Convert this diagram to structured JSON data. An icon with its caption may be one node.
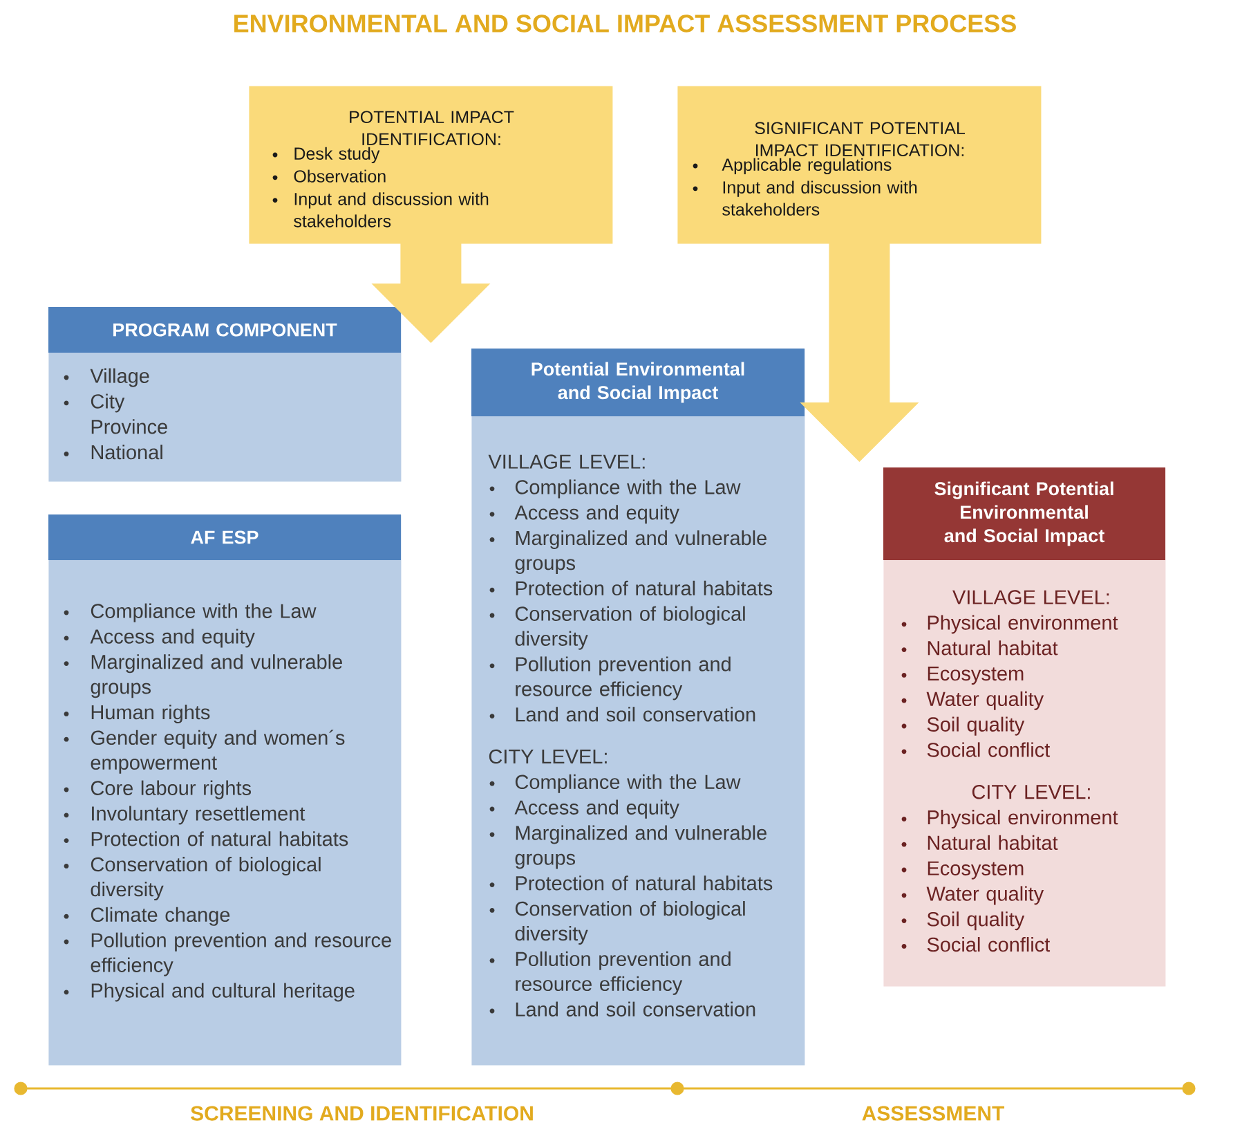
{
  "diagram": {
    "title": "ENVIRONMENTAL AND SOCIAL IMPACT ASSESSMENT PROCESS",
    "nodes": [
      {
        "text": [
          "POTENTIAL IMPACT IDENTIFICATION:",
          "Desk study",
          "Observation",
          "Input and discussion with stakeholders"
        ]
      },
      {
        "text": [
          "SIGNIFICANT POTENTIAL IMPACT IDENTIFICATION:",
          "Applicable regulations",
          "Input and discussion with stakeholders"
        ]
      },
      {
        "text": [
          "PROGRAM COMPONENT",
          "Village",
          "City",
          "Province",
          "National"
        ]
      },
      {
        "text": [
          "AF ESP",
          "Compliance with the Law",
          "Access and equity",
          "Marginalized and vulnerable groups",
          "Human rights",
          "Gender equity and women´s empowerment",
          "Core labour rights",
          "Involuntary resettlement",
          "Protection of natural habitats",
          "Conservation of biological diversity",
          "Climate change",
          "Pollution prevention and resource efficiency",
          "Physical and cultural heritage"
        ]
      },
      {
        "text": [
          "Potential Environmental and Social Impact",
          "VILLAGE LEVEL:",
          "Compliance with the Law",
          "Access and equity",
          "Marginalized and vulnerable groups",
          "Protection of natural habitats",
          "Conservation of biological diversity",
          "Pollution prevention and resource efficiency",
          "Land and soil conservation",
          "CITY LEVEL:",
          "Compliance with the Law",
          "Access and equity",
          "Marginalized and vulnerable groups",
          "Protection of natural habitats",
          "Conservation of biological diversity",
          "Pollution prevention and resource efficiency",
          "Land and soil conservation"
        ]
      },
      {
        "text": [
          "Significant Potential Environmental and Social Impact",
          "VILLAGE LEVEL:",
          "Physical environment",
          "Natural habitat",
          "Ecosystem",
          "Water quality",
          "Soil quality",
          "Social conflict",
          "CITY LEVEL:",
          "Physical environment",
          "Natural habitat",
          "Ecosystem",
          "Water quality",
          "Soil quality",
          "Social conflict"
        ]
      }
    ],
    "edges": [
      {
        "from": 0,
        "to": 4,
        "arrow": "to"
      },
      {
        "from": 1,
        "to": 5,
        "arrow": "to"
      }
    ],
    "labels": [
      "SCREENING AND IDENTIFICATION",
      "ASSESSMENT"
    ]
  }
}
